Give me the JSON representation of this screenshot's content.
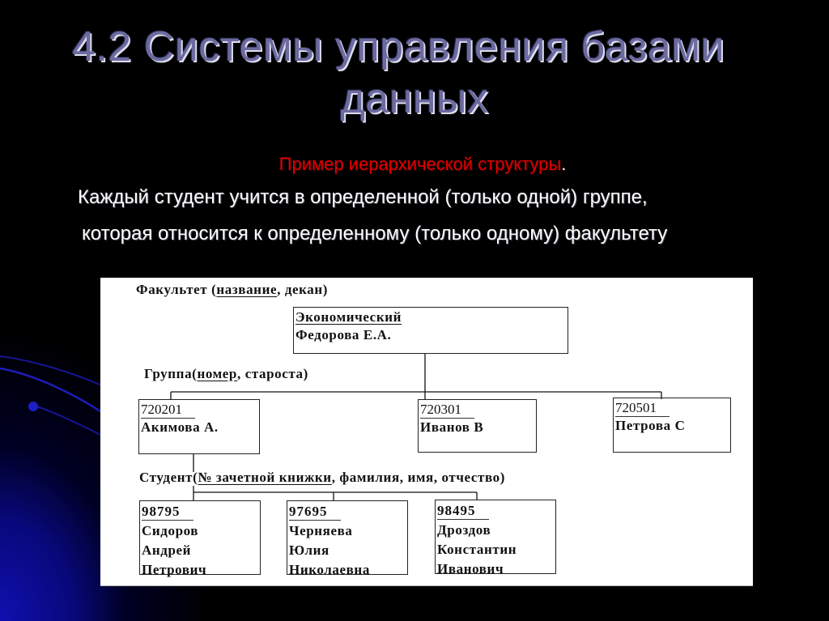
{
  "slide": {
    "title_line1": "4.2 Системы управления базами",
    "title_line2": "данных",
    "subtitle": "Пример иерархической структуры",
    "subtitle_dot": ".",
    "description_line1": "Каждый студент учится в определенной (только одной) группе,",
    "description_line2": "которая относится к определенному (только одному) факультету",
    "colors": {
      "background": "#000000",
      "title": "#6b6ba0",
      "subtitle": "#e00000",
      "text": "#ffffff",
      "glow": "#1010b0"
    }
  },
  "diagram": {
    "faculty_label": {
      "prefix": "Факультет (",
      "key": "название",
      "suffix": ", декан)"
    },
    "faculty": {
      "name": "Экономический",
      "dean": "Федорова Е.А."
    },
    "group_label": {
      "prefix": "Группа(",
      "key": "номер",
      "suffix": ", староста)"
    },
    "groups": [
      {
        "number": "720201",
        "head": "Акимова А."
      },
      {
        "number": "720301",
        "head": "Иванов В"
      },
      {
        "number": "720501",
        "head": "Петрова С"
      }
    ],
    "student_label": {
      "prefix": "Студент(",
      "key": "№ зачетной книжки",
      "suffix": ", фамилия, имя, отчество)"
    },
    "students": [
      {
        "id": "98795",
        "last": "Сидоров",
        "first": "Андрей",
        "middle": "Петрович"
      },
      {
        "id": "97695",
        "last": "Черняева",
        "first": "Юлия",
        "middle": "Николаевна"
      },
      {
        "id": "98495",
        "last": "Дроздов",
        "first": "Константин",
        "middle": "Иванович"
      }
    ]
  }
}
